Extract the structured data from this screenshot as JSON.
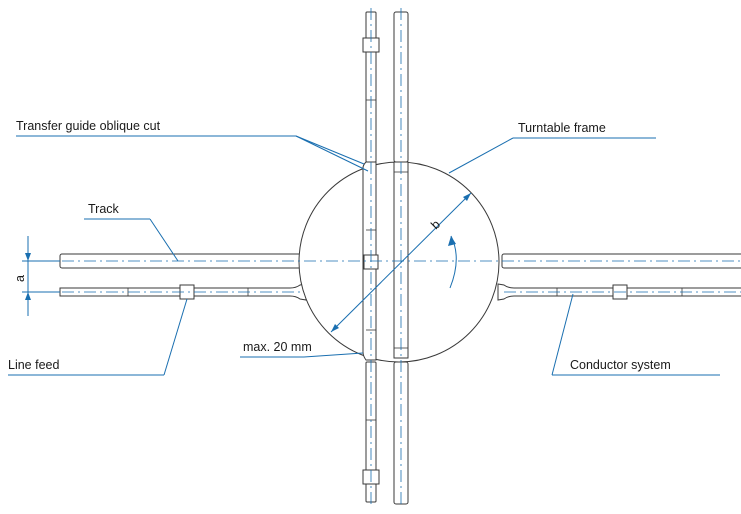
{
  "labels": {
    "transfer_guide": "Transfer guide oblique cut",
    "turntable_frame": "Turntable frame",
    "track": "Track",
    "line_feed": "Line feed",
    "max_gap": "max. 20 mm",
    "conductor_system": "Conductor system",
    "dim_a": "a",
    "dim_b": "b"
  },
  "colors": {
    "outline": "#3a3a3a",
    "leader": "#1a6fb0",
    "text": "#1a1a1a"
  }
}
